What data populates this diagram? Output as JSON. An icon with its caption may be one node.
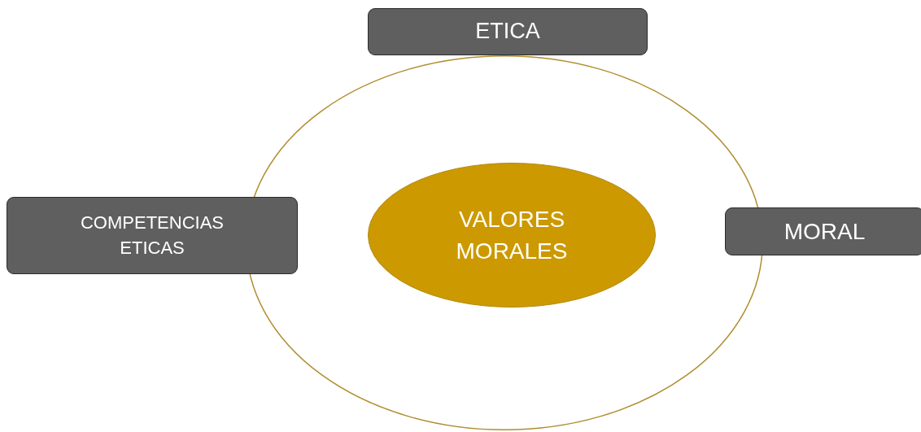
{
  "diagram": {
    "nodes": [
      {
        "text": [
          "ETICA"
        ]
      },
      {
        "text": [],
        "shape": "circle"
      },
      {
        "text": [
          "COMPETENCIAS ETICAS"
        ]
      },
      {
        "text": [
          "VALORES MORALES"
        ],
        "in": 1
      },
      {
        "text": [
          "MORAL"
        ]
      }
    ]
  }
}
